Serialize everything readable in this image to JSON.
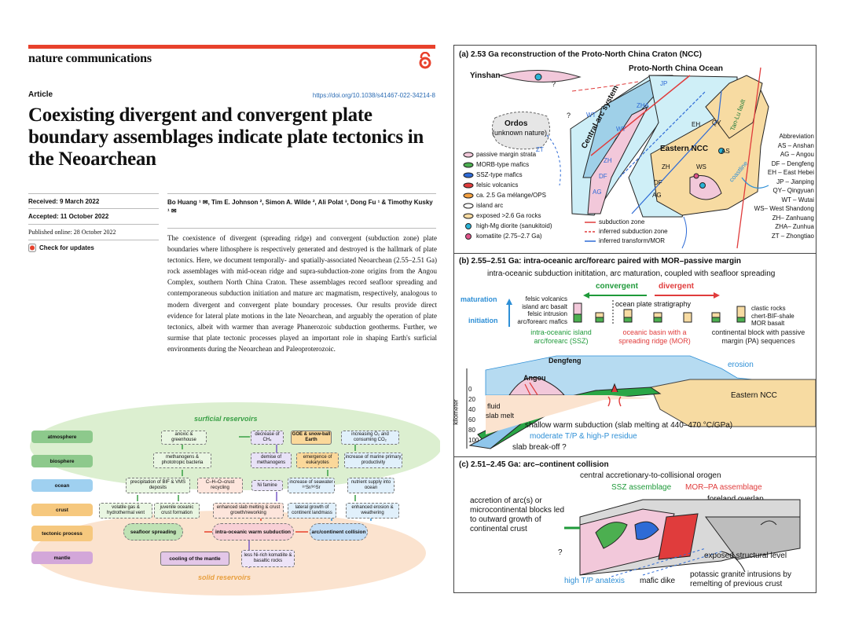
{
  "journal": "nature communications",
  "article_label": "Article",
  "doi": "https://doi.org/10.1038/s41467-022-34214-8",
  "title": "Coexisting divergent and convergent plate boundary assemblages indicate plate tectonics in the Neoarchean",
  "received": "Received: 9 March 2022",
  "accepted": "Accepted: 11 October 2022",
  "published": "Published online: 28 October 2022",
  "check_updates": "Check for updates",
  "authors": "Bo Huang ¹ ✉, Tim E. Johnson ², Simon A. Wilde ², Ali Polat ³, Dong Fu ¹ & Timothy Kusky ¹ ✉",
  "abstract": "The coexistence of divergent (spreading ridge) and convergent (subduction zone) plate boundaries where lithosphere is respectively generated and destroyed is the hallmark of plate tectonics. Here, we document temporally- and spatially-associated Neoarchean (2.55–2.51 Ga) rock assemblages with mid-ocean ridge and supra-subduction-zone origins from the Angou Complex, southern North China Craton. These assemblages record seafloor spreading and contemporaneous subduction initiation and mature arc magmatism, respectively, analogous to modern divergent and convergent plate boundary processes. Our results provide direct evidence for lateral plate motions in the late Neoarchean, and arguably the operation of plate tectonics, albeit with warmer than average Phanerozoic subduction geotherms. Further, we surmise that plate tectonic processes played an important role in shaping Earth's surficial environments during the Neoarchean and Paleoproterozoic.",
  "flow": {
    "surficial": "surficial reservoirs",
    "solid": "solid reservoirs",
    "rows": [
      "atmosphere",
      "biosphere",
      "ocean",
      "crust",
      "tectonic process",
      "mantle"
    ],
    "nodes": {
      "anoxic": "anoxic & greenhouse",
      "ch4": "decrease of CH₄",
      "goe": "GOE & snow-ball Earth",
      "o2": "increasing O₂ and consuming CO₂",
      "methanogens": "methanogens & phototropic bacteria",
      "demise": "demise of methanogens",
      "eukaryotes": "emergence of eukaryotes",
      "productivity": "increase of marine primary productivity",
      "bif": "precipitation of BIF & VMS deposits",
      "cho": "C–H–O–crust recycling",
      "nifamine": "Ni famine",
      "sr": "increase of seawater ⁸⁷Sr/⁸⁶Sr",
      "nutrient": "nutrient supply into ocean",
      "volatile": "volatile gas & hydrothermal vent",
      "juvenile": "juvenile oceanic crust formation",
      "slabmelt": "enhanced slab melting & crust growth/reworking",
      "landmass": "lateral growth of continent landmass",
      "erosion": "enhanced erosion & weathering",
      "seafloor": "seafloor spreading",
      "intraoceanic": "intra-oceanic warm subduction",
      "arc": "arc/continent collision",
      "cooling": "cooling of the mantle",
      "komatiite": "less Ni-rich komatiite & basaltic rocks"
    }
  },
  "figure": {
    "a_title": "(a) 2.53 Ga reconstruction of the Proto-North China Craton (NCC)",
    "a_labels": {
      "yinshan": "Yinshan",
      "ocean": "Proto-North China Ocean",
      "ordos": "Ordos",
      "ordos_note": "(unknown nature)",
      "central_arc": "Central arc system",
      "eastern": "Eastern NCC",
      "tanlu": "Tan-Lu fault",
      "coastline": "coastline",
      "q": "?"
    },
    "a_legend": [
      "passive margin strata",
      "MORB-type mafics",
      "SSZ-type mafics",
      "felsic volcanics",
      "ca. 2.5 Ga mélange/OPS",
      "island arc",
      "exposed >2.6 Ga rocks",
      "high-Mg diorite (sanukitoid)",
      "komatiite (2.75–2.7 Ga)"
    ],
    "a_legend2": [
      "subduction zone",
      "inferred subduction zone",
      "inferred transform/MOR"
    ],
    "a_abbrev_title": "Abbreviation",
    "a_abbrev": [
      "AS – Anshan",
      "AG – Angou",
      "DF – Dengfeng",
      "EH – East Hebei",
      "JP – Jianping",
      "QY– Qingyuan",
      "WT – Wutai",
      "WS– West Shandong",
      "ZH– Zanhuang",
      "ZHA– Zunhua",
      "ZT – Zhongtiao"
    ],
    "a_codes": [
      "JP",
      "ZHA",
      "WT",
      "WT",
      "ZT",
      "ZH",
      "DF",
      "AG",
      "DF",
      "AG",
      "ZH",
      "EH",
      "QY",
      "AS",
      "WS"
    ],
    "b_title": "(b) 2.55–2.51 Ga: intra-oceanic arc/forearc paired with MOR–passive margin",
    "b_sub": "intra-oceanic subduction inititation, arc maturation, coupled with seafloor spreading",
    "b_convergent": "convergent",
    "b_divergent": "divergent",
    "b_maturation": "maturation",
    "b_initiation": "initiation",
    "b_stack": [
      "felsic volcanics",
      "island arc basalt",
      "felsic intrusion",
      "arc/forearc mafics"
    ],
    "b_ops": "ocean plate stratigraphy",
    "b_pm": [
      "clastic rocks",
      "chert-BIF-shale",
      "MOR basalt"
    ],
    "b_ssz": "intra-oceanic island arc/forearc (SSZ)",
    "b_mor": "oceanic basin with a spreading ridge (MOR)",
    "b_pa": "continental block with passive margin (PA) sequences",
    "b_dengfeng": "Dengfeng",
    "b_angou": "Angou",
    "b_erosion": "erosion",
    "b_eastern": "Eastern NCC",
    "b_km": "kilometer",
    "b_depths": [
      "0",
      "20",
      "40",
      "60",
      "80",
      "100"
    ],
    "b_fluid": "fluid",
    "b_slabmelt": "slab melt",
    "b_shallow": "shallow warm subduction (slab melting at 440–470 °C/GPa)",
    "b_moderate": "moderate T/P & high-P residue",
    "b_breakoff": "slab break-off ?",
    "c_title": "(c) 2.51–2.45 Ga: arc–continent collision",
    "c_orogen": "central accretionary-to-collisional orogen",
    "c_ssz": "SSZ assemblage",
    "c_mor": "MOR–PA assemblage",
    "c_foreland": "foreland overlap",
    "c_accretion": "accretion of arc(s) or microcontinental blocks led to outward growth of continental crust",
    "c_q": "?",
    "c_exposed": "exposed structural level",
    "c_anatexis": "high T/P anatexis",
    "c_dike": "mafic dike",
    "c_granite": "potassic granite intrusions by remelting of previous crust"
  },
  "colors": {
    "accent": "#e8412c",
    "link": "#2a6bb3",
    "green": "#1f9a3a",
    "red": "#e03c3c",
    "blue": "#2e8fd6"
  }
}
